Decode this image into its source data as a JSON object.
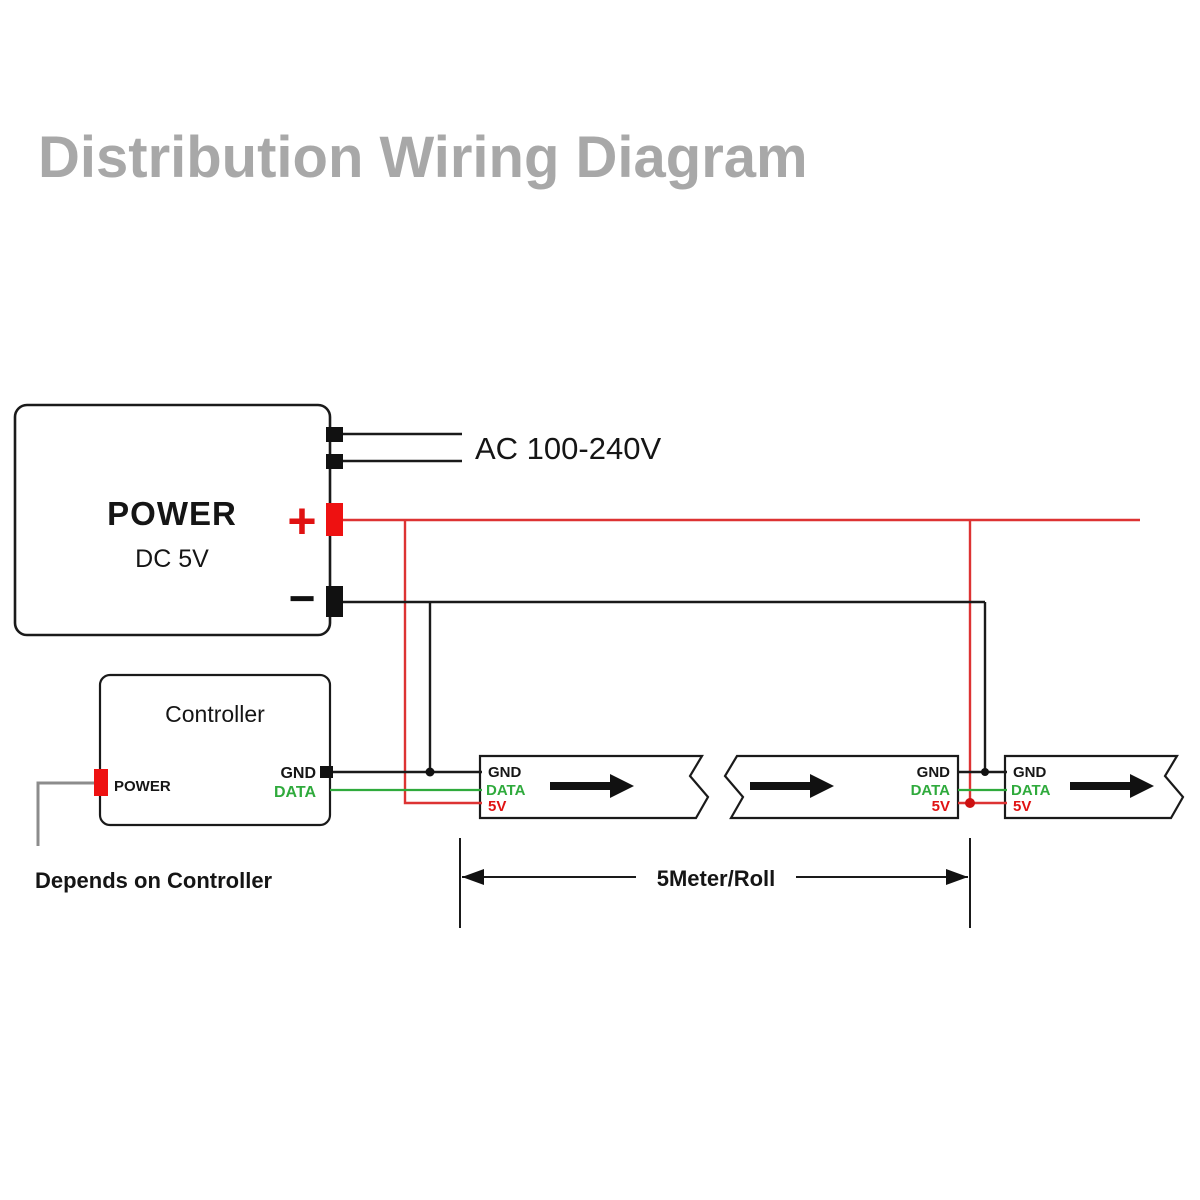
{
  "title": "Distribution Wiring Diagram",
  "colors": {
    "title_gray": "#a8a8a8",
    "wire_red": "#dd3333",
    "wire_green": "#2faa3c",
    "wire_black": "#1a1a1a",
    "wire_gray": "#8c8c8c",
    "terminal_red": "#ee1111"
  },
  "power_supply": {
    "label": "POWER",
    "sublabel": "DC 5V",
    "ac_label": "AC 100-240V",
    "plus": "+",
    "minus": "−"
  },
  "controller": {
    "label": "Controller",
    "power_port": "POWER",
    "gnd_port": "GND",
    "data_port": "DATA"
  },
  "strips": [
    {
      "gnd": "GND",
      "data": "DATA",
      "five_v": "5V"
    },
    {
      "gnd": "GND",
      "data": "DATA",
      "five_v": "5V"
    },
    {
      "gnd": "GND",
      "data": "DATA",
      "five_v": "5V"
    }
  ],
  "notes": {
    "depends_on_controller": "Depends on Controller",
    "roll_length": "5Meter/Roll"
  }
}
